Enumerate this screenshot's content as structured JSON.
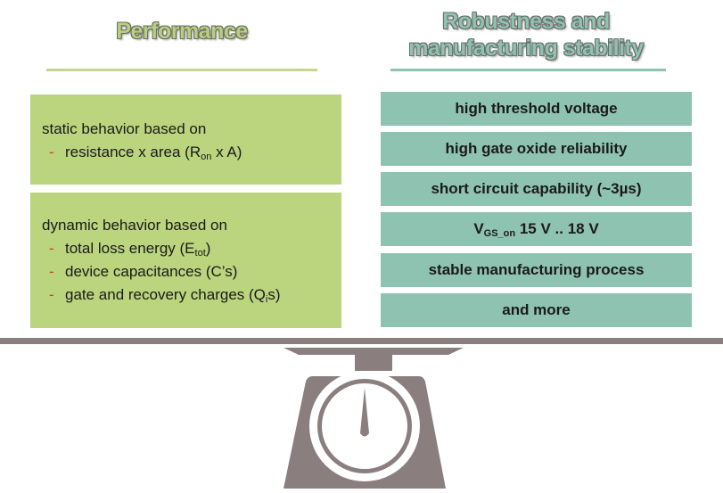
{
  "headings": {
    "left": "Performance",
    "right_line1": "Robustness and",
    "right_line2": "manufacturing stability"
  },
  "performance": {
    "static": {
      "title": "static behavior based on",
      "items": [
        {
          "dash": "-",
          "text_before": "resistance x area (R",
          "sub": "on",
          "text_after": " x A)"
        }
      ]
    },
    "dynamic": {
      "title": "dynamic behavior based on",
      "items": [
        {
          "dash": "-",
          "text_before": "total loss energy (E",
          "sub": "tot",
          "text_after": ")"
        },
        {
          "dash": "-",
          "text_before": "device capacitances (C’s)",
          "sub": "",
          "text_after": ""
        },
        {
          "dash": "-",
          "text_before": "gate and recovery charges (Q",
          "sub": "i",
          "text_after": "s)"
        }
      ]
    }
  },
  "robustness": {
    "items": [
      {
        "main": "high threshold voltage",
        "sub": "",
        "after": ""
      },
      {
        "main": "high gate oxide reliability",
        "sub": "",
        "after": ""
      },
      {
        "main": "short circuit capability (~3µs)",
        "sub": "",
        "after": ""
      },
      {
        "main": "V",
        "sub": "GS_on",
        "after": " 15 V .. 18 V"
      },
      {
        "main": "stable manufacturing process",
        "sub": "",
        "after": ""
      },
      {
        "main": "and more",
        "sub": "",
        "after": ""
      }
    ]
  },
  "colors": {
    "performance_green": "#bbd47e",
    "robustness_teal": "#8fc3b1",
    "scale_gray": "#8a7e7e",
    "dash_red": "#d43a2a"
  },
  "icons": {
    "scale": "kitchen-scale-icon"
  }
}
